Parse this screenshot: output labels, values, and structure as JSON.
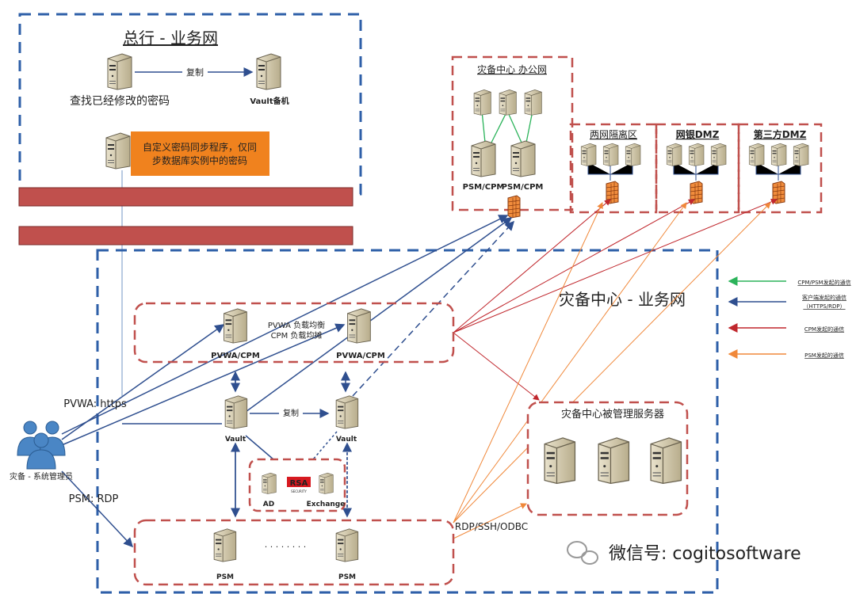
{
  "hq": {
    "title": "总行 - 业务网",
    "replicate_label": "复制",
    "find_label": "查找已经修改的密码",
    "vault_backup_label": "Vault备机",
    "sync_note": [
      "自定义密码同步程序，仅同",
      "步数据库实例中的密码"
    ]
  },
  "dr_office": {
    "title": "灾备中心 办公网",
    "psm_cpm_1": "PSM/CPM",
    "psm_cpm_2": "PSM/CPM"
  },
  "zones": [
    {
      "title": "两网隔离区"
    },
    {
      "title": "网银DMZ"
    },
    {
      "title": "第三方DMZ"
    }
  ],
  "dr_business": {
    "title": "灾备中心 - 业务网",
    "pvwa_cpm_1": "PVWA/CPM",
    "pvwa_cpm_2": "PVWA/CPM",
    "lb_line1": "PVWA 负载均衡",
    "lb_line2": "CPM 负载均摊",
    "vault_1": "Vault",
    "vault_2": "Vault",
    "replicate_label": "复制",
    "ad_label": "AD",
    "rsa_label": "RSA",
    "rsa_sub": "SECURITY",
    "exchange_label": "Exchange",
    "psm_1": "PSM",
    "psm_2": "PSM",
    "dots": "· · · · · · · ·",
    "protocols": "RDP/SSH/ODBC",
    "managed_title": "灾备中心被管理服务器"
  },
  "admin": {
    "label": "灾备 - 系统管理员",
    "pvwa_link": "PVWA: https",
    "psm_link": "PSM: RDP"
  },
  "legend": {
    "items": [
      {
        "label": "CPM/PSM发起的通信",
        "color": "#2bb35a"
      },
      {
        "label": "客户端发起的通信",
        "label2": "（HTTPS/RDP）",
        "color": "#2f4f8f"
      },
      {
        "label": "CPM发起的通信",
        "color": "#c0272d"
      },
      {
        "label": "PSM发起的通信",
        "color": "#f0883a"
      }
    ]
  },
  "watermark": "微信号: cogitosoftware",
  "colors": {
    "blue_border": "#2e5fa8",
    "red_border": "#c0504d",
    "bar_red": "#c0504d",
    "note_orange": "#f0821e",
    "client_line": "#2f4f8f",
    "cpm_line": "#c0272d",
    "psm_line": "#f0883a",
    "green_line": "#2bb35a"
  }
}
